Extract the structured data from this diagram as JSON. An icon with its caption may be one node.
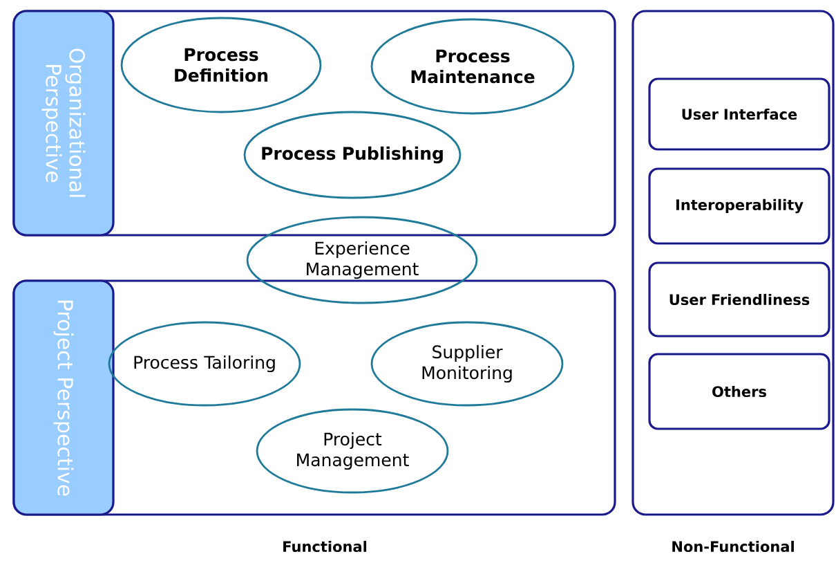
{
  "diagram": {
    "nodes": [
      {
        "text": [
          "Organizational Perspective"
        ]
      },
      {
        "text": [
          "Process Definition"
        ],
        "in": 0
      },
      {
        "text": [
          "Process Maintenance"
        ],
        "in": 0
      },
      {
        "text": [
          "Process Publishing"
        ],
        "in": 0
      },
      {
        "text": [
          "Experience Management"
        ]
      },
      {
        "text": [
          "Project Perspective"
        ]
      },
      {
        "text": [
          "Process Tailoring"
        ],
        "in": 5
      },
      {
        "text": [
          "Supplier Monitoring"
        ],
        "in": 5
      },
      {
        "text": [
          "Project Management"
        ],
        "in": 5
      },
      {
        "text": [
          "Non-Functional"
        ]
      },
      {
        "text": [
          "User Interface"
        ],
        "in": 9
      },
      {
        "text": [
          "Interoperability"
        ],
        "in": 9
      },
      {
        "text": [
          "User Friendliness"
        ],
        "in": 9
      },
      {
        "text": [
          "Others"
        ],
        "in": 9
      }
    ],
    "labels": [
      "Functional"
    ]
  }
}
